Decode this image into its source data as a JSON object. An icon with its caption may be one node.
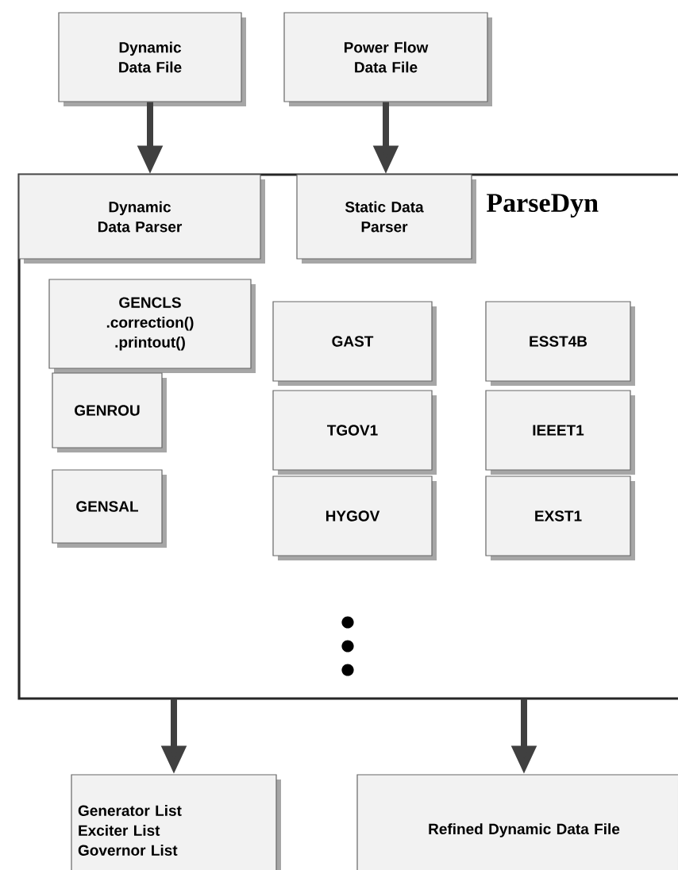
{
  "diagram": {
    "nodes": [
      {
        "text": [
          "Dynamic Data File"
        ]
      },
      {
        "text": [
          "Power Flow Data File"
        ]
      },
      {
        "text": [
          "ParseDyn"
        ]
      },
      {
        "text": [
          "Dynamic Data Parser"
        ],
        "in": 2
      },
      {
        "text": [
          "Static Data Parser"
        ],
        "in": 2
      },
      {
        "text": [
          "GENCLS",
          ".correction()",
          ".printout()"
        ],
        "in": 2
      },
      {
        "text": [
          "GENROU"
        ],
        "in": 2
      },
      {
        "text": [
          "GENSAL"
        ],
        "in": 2
      },
      {
        "text": [
          "GAST"
        ],
        "in": 2
      },
      {
        "text": [
          "TGOV1"
        ],
        "in": 2
      },
      {
        "text": [
          "HYGOV"
        ],
        "in": 2
      },
      {
        "text": [
          "ESST4B"
        ],
        "in": 2
      },
      {
        "text": [
          "IEEET1"
        ],
        "in": 2
      },
      {
        "text": [
          "EXST1"
        ],
        "in": 2
      },
      {
        "text": [
          "Generator List",
          "Exciter List",
          "Governor List"
        ]
      },
      {
        "text": [
          "Refined Dynamic Data File"
        ]
      }
    ],
    "edges": [
      {
        "from": 0,
        "to": 3,
        "arrow": "to"
      },
      {
        "from": 1,
        "to": 4,
        "arrow": "to"
      },
      {
        "from": 2,
        "to": 14,
        "arrow": "to"
      },
      {
        "from": 2,
        "to": 15,
        "arrow": "to"
      }
    ]
  }
}
